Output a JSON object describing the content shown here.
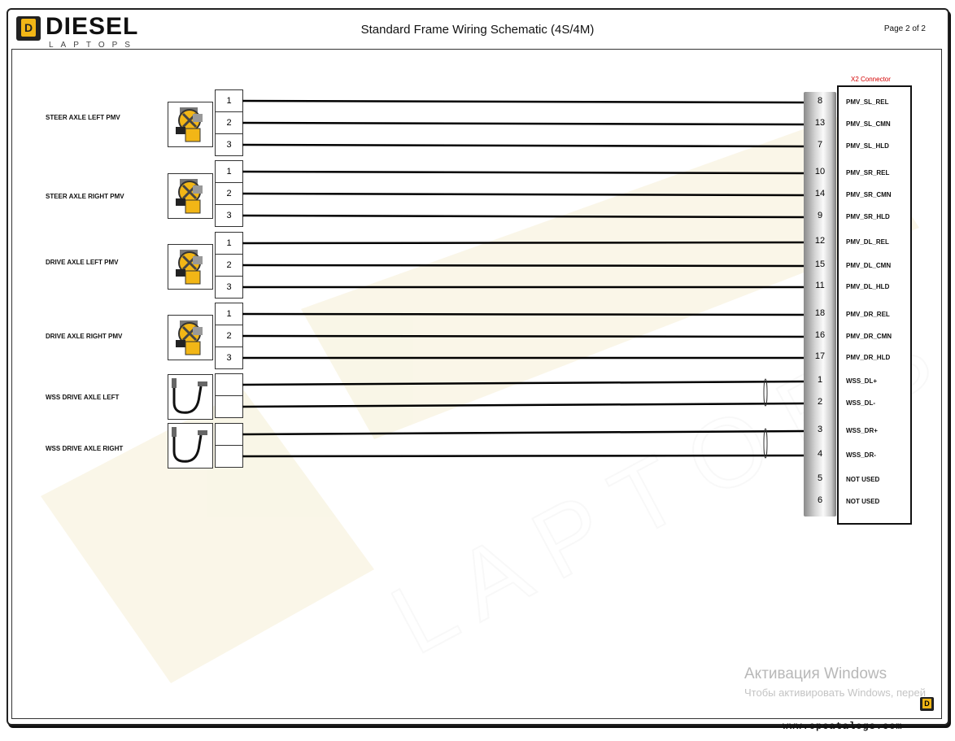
{
  "header": {
    "logo_text": "DIESEL",
    "logo_sub": "LAPTOPS",
    "logo_badge": "D",
    "title": "Standard Frame Wiring Schematic (4S/4M)",
    "page": "Page 2 of 2"
  },
  "x2": {
    "title": "X2 Connector",
    "pins": [
      {
        "num": "8",
        "signal": "PMV_SL_REL"
      },
      {
        "num": "13",
        "signal": "PMV_SL_CMN"
      },
      {
        "num": "7",
        "signal": "PMV_SL_HLD"
      },
      {
        "num": "10",
        "signal": "PMV_SR_REL"
      },
      {
        "num": "14",
        "signal": "PMV_SR_CMN"
      },
      {
        "num": "9",
        "signal": "PMV_SR_HLD"
      },
      {
        "num": "12",
        "signal": "PMV_DL_REL"
      },
      {
        "num": "15",
        "signal": "PMV_DL_CMN"
      },
      {
        "num": "11",
        "signal": "PMV_DL_HLD"
      },
      {
        "num": "18",
        "signal": "PMV_DR_REL"
      },
      {
        "num": "16",
        "signal": "PMV_DR_CMN"
      },
      {
        "num": "17",
        "signal": "PMV_DR_HLD"
      },
      {
        "num": "1",
        "signal": "WSS_DL+"
      },
      {
        "num": "2",
        "signal": "WSS_DL-"
      },
      {
        "num": "3",
        "signal": "WSS_DR+"
      },
      {
        "num": "4",
        "signal": "WSS_DR-"
      },
      {
        "num": "5",
        "signal": "NOT USED"
      },
      {
        "num": "6",
        "signal": "NOT USED"
      }
    ]
  },
  "components": [
    {
      "label": "STEER AXLE LEFT PMV",
      "type": "pmv",
      "pins": [
        "1",
        "2",
        "3"
      ]
    },
    {
      "label": "STEER AXLE RIGHT PMV",
      "type": "pmv",
      "pins": [
        "1",
        "2",
        "3"
      ]
    },
    {
      "label": "DRIVE AXLE LEFT PMV",
      "type": "pmv",
      "pins": [
        "1",
        "2",
        "3"
      ]
    },
    {
      "label": "DRIVE AXLE RIGHT PMV",
      "type": "pmv",
      "pins": [
        "1",
        "2",
        "3"
      ]
    },
    {
      "label": "WSS DRIVE AXLE LEFT",
      "type": "wss",
      "pins": [
        "",
        ""
      ]
    },
    {
      "label": "WSS DRIVE AXLE RIGHT",
      "type": "wss",
      "pins": [
        "",
        ""
      ]
    }
  ],
  "overlay": {
    "activation_title": "Активация Windows",
    "activation_text": "Чтобы активировать Windows, перей",
    "footer_url": "www.epcatalogs.com"
  },
  "colors": {
    "accent_yellow": "#f2b616",
    "connector_title_red": "#d40000",
    "wire": "#000000"
  }
}
